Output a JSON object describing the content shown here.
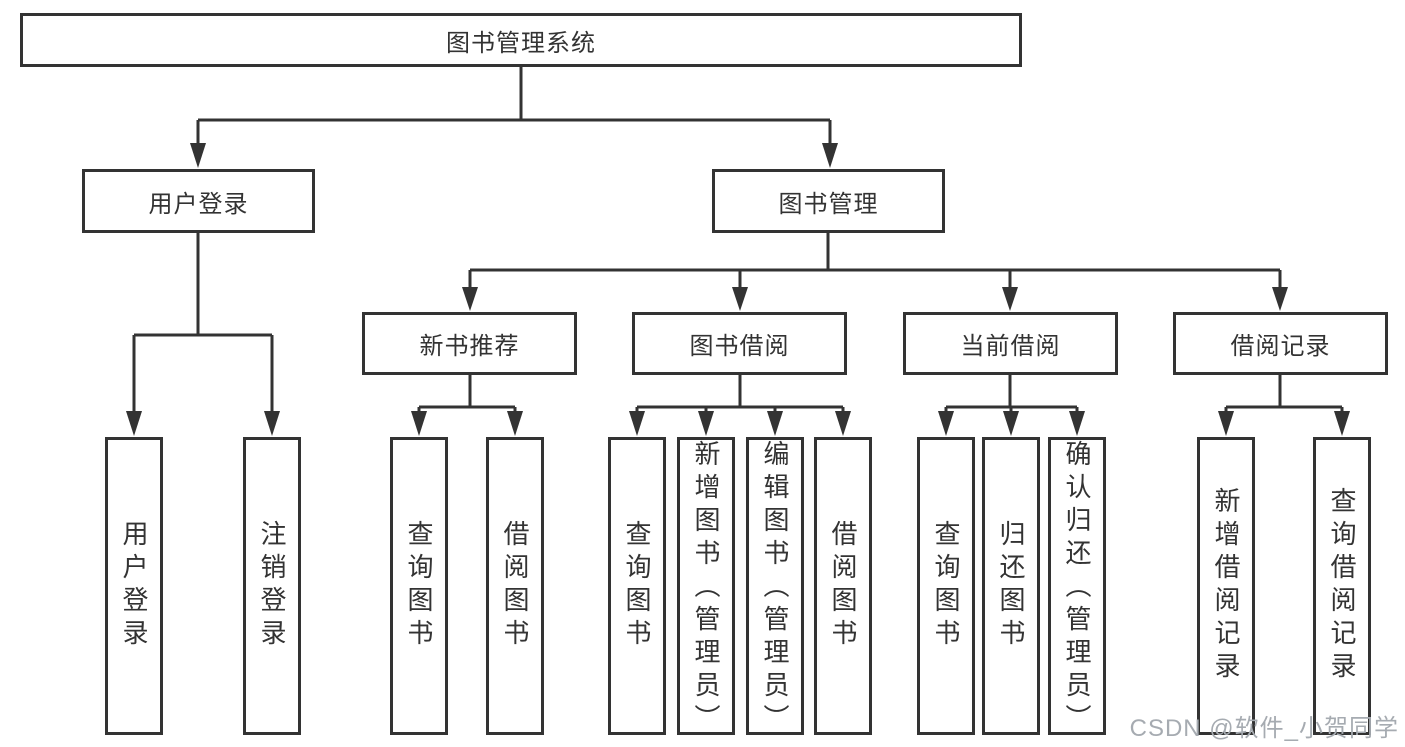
{
  "diagram": {
    "root": {
      "label": "图书管理系统"
    },
    "level2": [
      {
        "label": "用户登录"
      },
      {
        "label": "图书管理"
      }
    ],
    "level3": [
      {
        "label": "新书推荐"
      },
      {
        "label": "图书借阅"
      },
      {
        "label": "当前借阅"
      },
      {
        "label": "借阅记录"
      }
    ],
    "leaves": [
      {
        "label": "用户登录"
      },
      {
        "label": "注销登录"
      },
      {
        "label": "查询图书"
      },
      {
        "label": "借阅图书"
      },
      {
        "label": "查询图书"
      },
      {
        "label": "新增图书（管理员）"
      },
      {
        "label": "编辑图书（管理员）"
      },
      {
        "label": "借阅图书"
      },
      {
        "label": "查询图书"
      },
      {
        "label": "归还图书"
      },
      {
        "label": "确认归还（管理员）"
      },
      {
        "label": "新增借阅记录"
      },
      {
        "label": "查询借阅记录"
      }
    ]
  },
  "watermark": {
    "text": "CSDN @软件_小贺同学"
  },
  "colors": {
    "line": "#333333",
    "text": "#333333",
    "box_background": "#ffffff",
    "watermark_text": "#a6abb1"
  }
}
